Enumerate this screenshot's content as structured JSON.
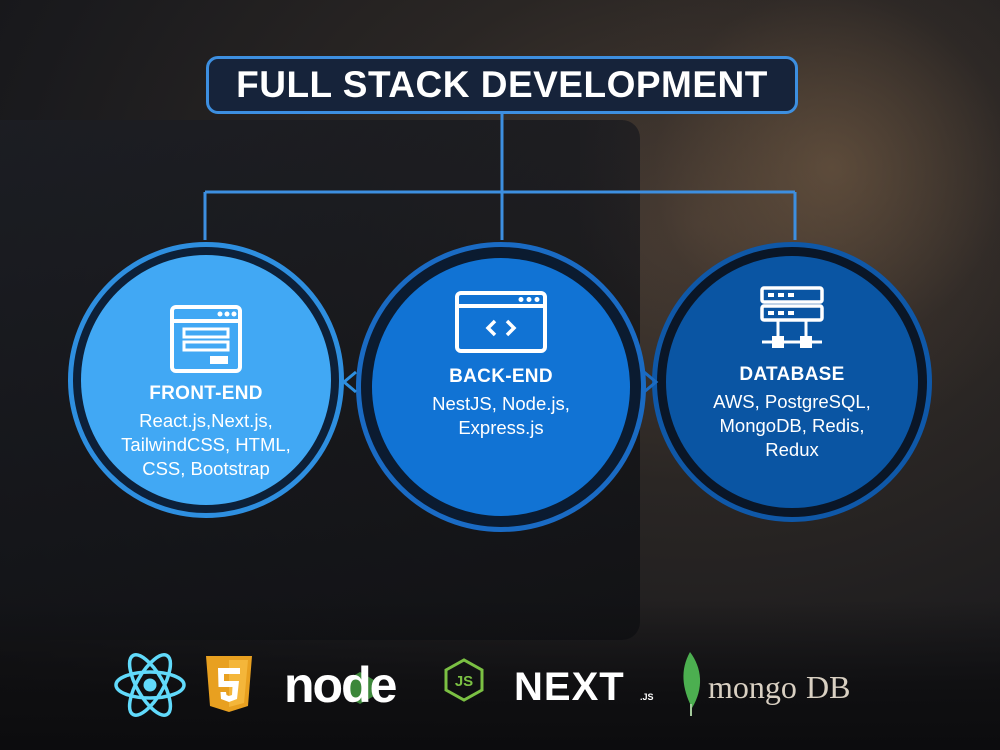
{
  "title": "FULL STACK DEVELOPMENT",
  "colors": {
    "front_end": "#41a8f4",
    "back_end": "#1173d4",
    "database": "#0a55a3",
    "connector": "#3d8fe0"
  },
  "nodes": [
    {
      "id": "front-end",
      "icon": "web-form-icon",
      "title": "FRONT-END",
      "lines": [
        "React.js,Next.js,",
        "TailwindCSS, HTML,",
        "CSS, Bootstrap"
      ]
    },
    {
      "id": "back-end",
      "icon": "code-window-icon",
      "title": "BACK-END",
      "lines": [
        "NestJS, Node.js,",
        "Express.js"
      ]
    },
    {
      "id": "database",
      "icon": "server-rack-icon",
      "title": "DATABASE",
      "lines": [
        "AWS, PostgreSQL,",
        "MongoDB, Redis,",
        "Redux"
      ]
    }
  ],
  "logos": {
    "icons": [
      "react-logo-icon",
      "html5-logo-icon"
    ],
    "node_word": "node",
    "node_badge": "JS",
    "next_word": "NEXT",
    "next_suffix": ".JS",
    "mongo_word_a": "mongo",
    "mongo_word_b": "DB"
  }
}
